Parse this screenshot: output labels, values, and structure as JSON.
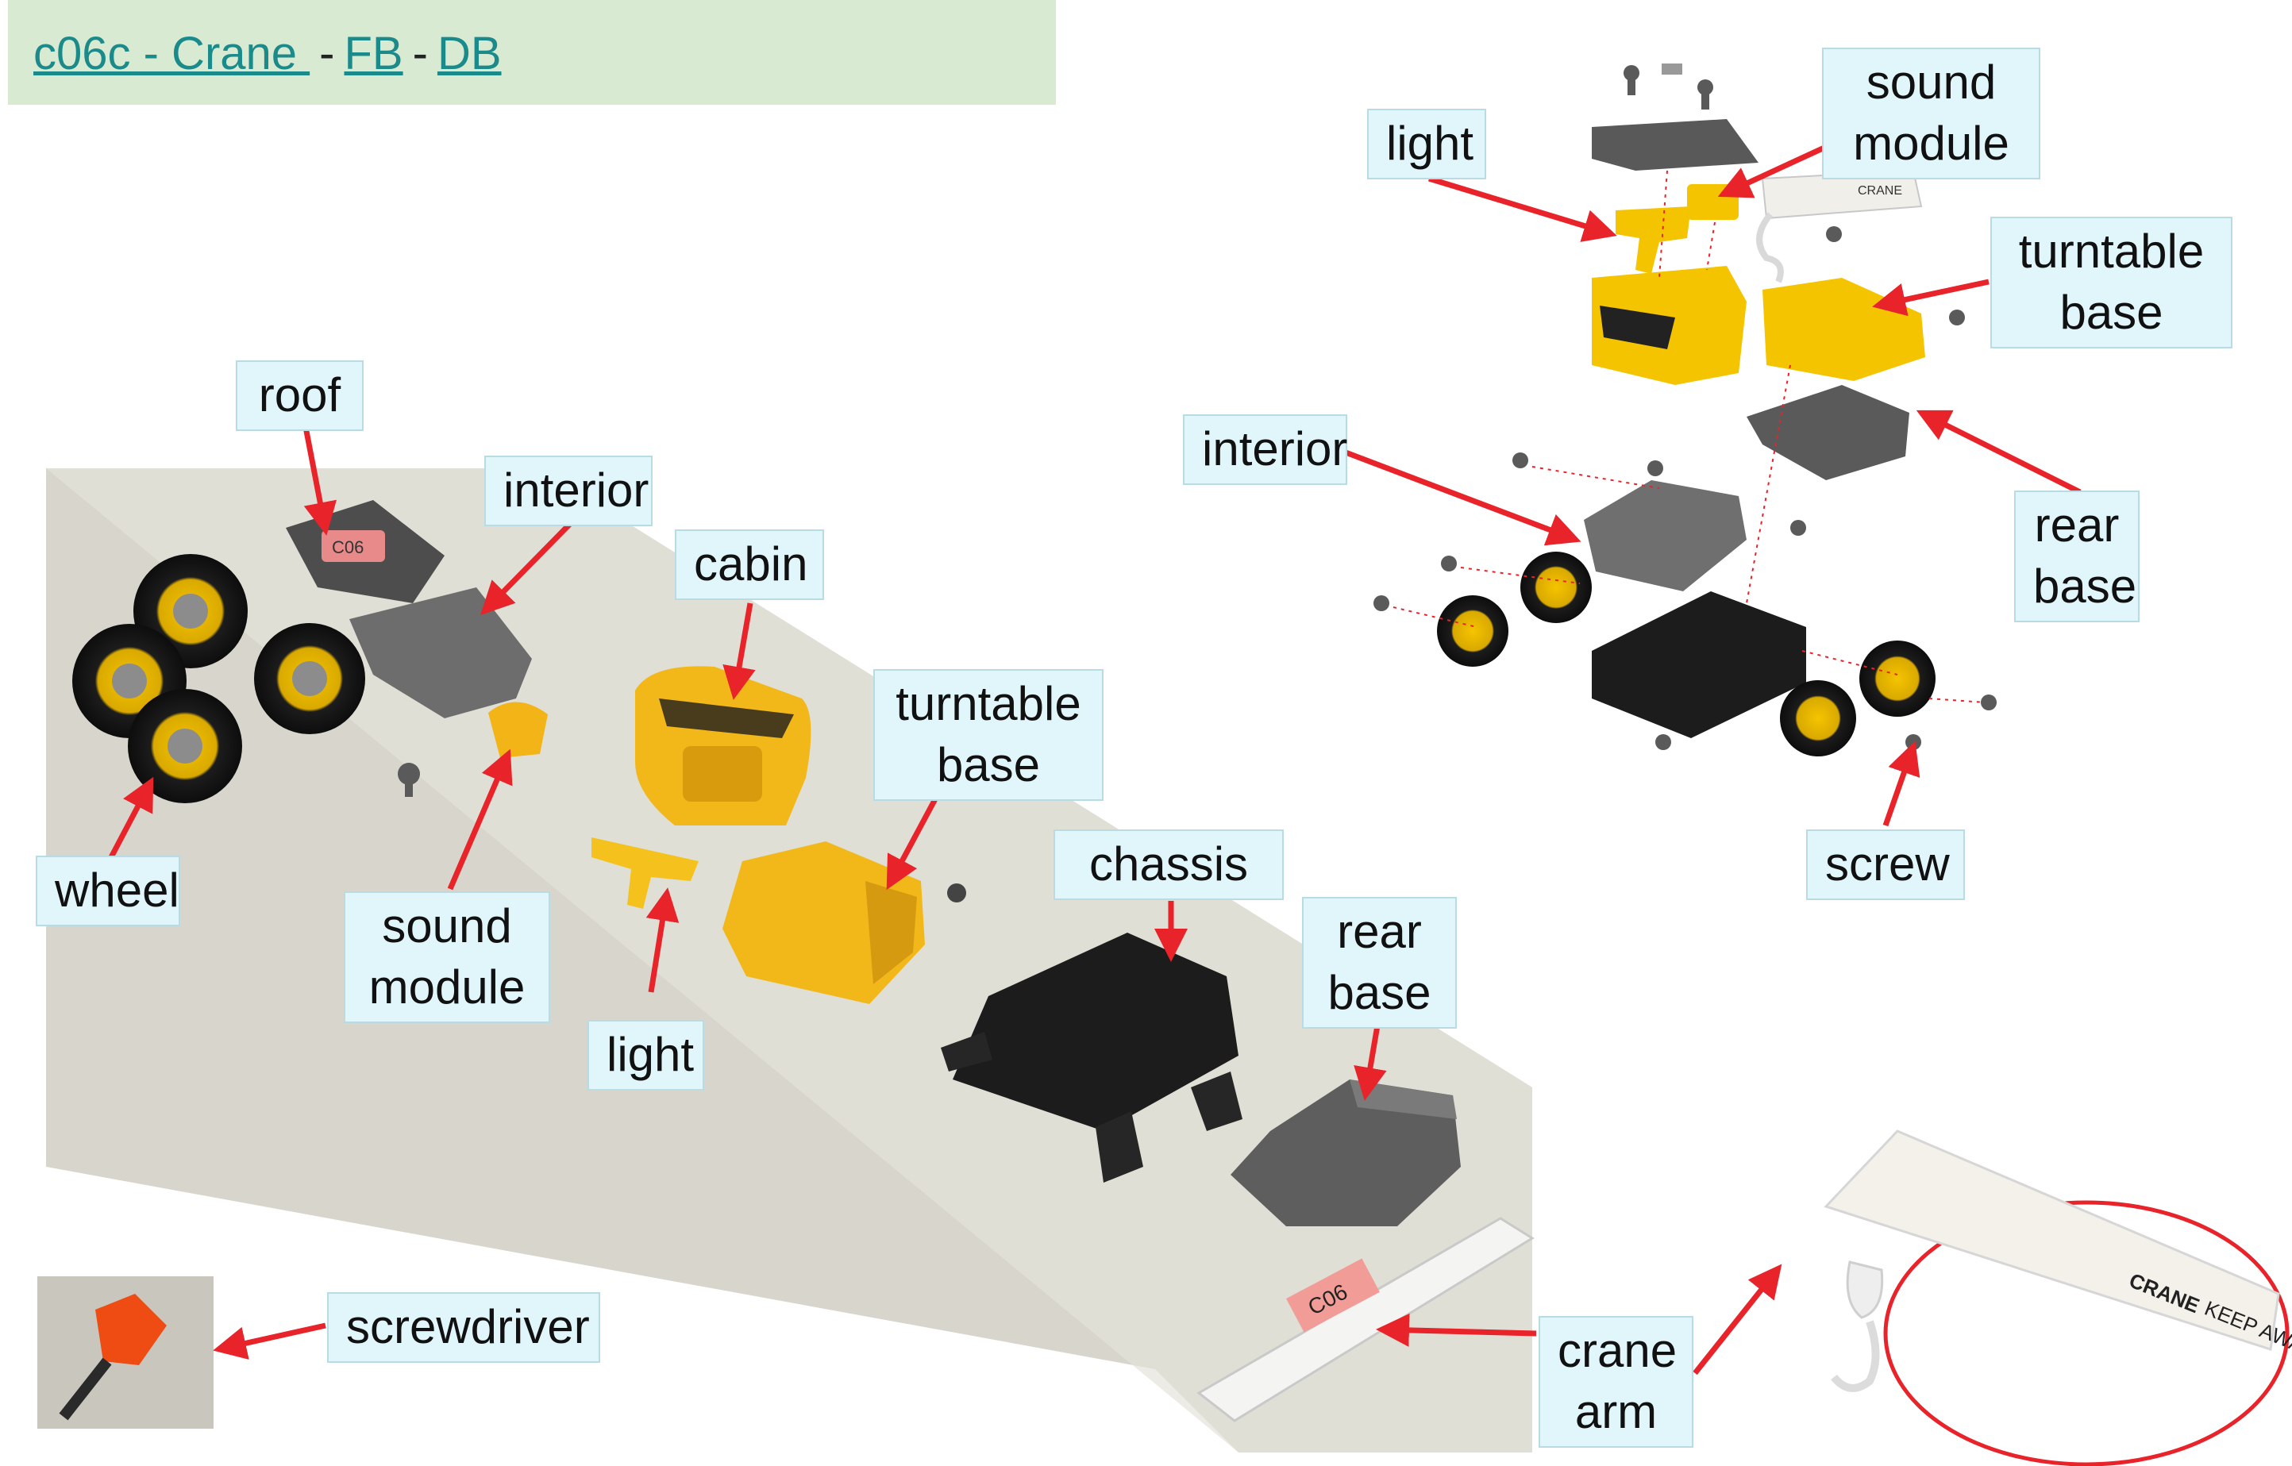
{
  "header": {
    "title": "c06c - Crane ",
    "separator": "-",
    "link_fb": "FB",
    "link_db": "DB"
  },
  "labels": {
    "roof": "roof",
    "interior_left": "interior",
    "cabin": "cabin",
    "turntable_left_1": "turntable",
    "turntable_left_2": "base",
    "wheel": "wheel",
    "sound_left_1": "sound",
    "sound_left_2": "module",
    "light_left": "light",
    "chassis": "chassis",
    "rear_left_1": "rear",
    "rear_left_2": "base",
    "screwdriver": "screwdriver",
    "crane_1": "crane",
    "crane_2": "arm",
    "light_right": "light",
    "sound_right_1": "sound",
    "sound_right_2": "module",
    "turntable_right_1": "turntable",
    "turntable_right_2": "base",
    "interior_right": "interior",
    "rear_right_1": "rear",
    "rear_right_2": "base",
    "screw": "screw"
  },
  "photo_text": {
    "tag_roof": "C06",
    "tag_arm": "C06",
    "arm_brand": "CRANE",
    "arm_warning": "KEEP AWAY"
  },
  "colors": {
    "arrow": "#e8232a",
    "label_bg": "#e0f6fb",
    "header_bg": "#d9ead3",
    "link": "#1a8a8a",
    "toy_yellow": "#f2c21b",
    "toy_dark": "#2b2b2b",
    "toy_gray": "#707070"
  }
}
